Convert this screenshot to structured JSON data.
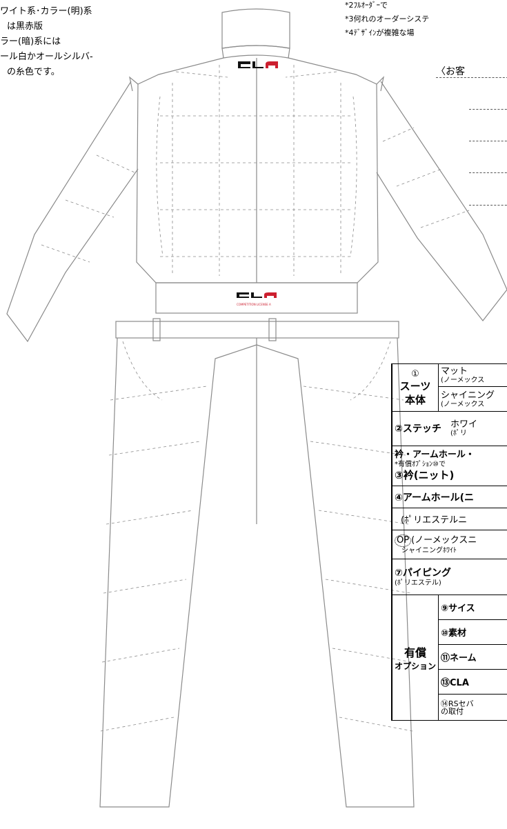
{
  "notes_left": [
    "ワイト系･カラー(明)系",
    "は黒赤版",
    "ラー(暗)系には",
    "ール白かオールシルバ-",
    "の糸色です。"
  ],
  "notes_top": [
    "*2ﾌﾙｵｰﾀﾞｰで",
    "*3何れのオーダーシステ",
    "*4ﾃﾞｻﾞｲﾝが複雑な場"
  ],
  "customer_label": "〈お客",
  "logo": {
    "letters": "CLA",
    "subtitle": "COMPETITION LICENSE A"
  },
  "table": {
    "r1": {
      "num": "①",
      "label": "スーツ本体",
      "opt1_line1": "マット",
      "opt1_line2": "(ノーメックス",
      "opt2_line1": "シャイニング",
      "opt2_line2": "(ノーメックス"
    },
    "r2": {
      "label": "②ステッチ",
      "value_line1": "ホワイ",
      "value_line2": "(ﾎﾟリ"
    },
    "r3": {
      "line1": "衿・アームホール・",
      "line2": "*有償ｵﾌﾟｼｮﾝ⑩で",
      "line3": "③衿(ニット)"
    },
    "r4": {
      "label": "④アームホール(ニ"
    },
    "r5": {
      "label": "(ﾎﾟリエステルニ"
    },
    "r6": {
      "op": "OP",
      "line1": "(ノーメックスニ",
      "line2": "シャイニングﾎﾜｲﾄ"
    },
    "r7": {
      "line1": "⑦パイピング",
      "line2": "(ﾎﾟリエステル)"
    },
    "paid": {
      "label_line1": "有償",
      "label_line2": "オプション",
      "items": [
        "⑨サイス",
        "⑩素材",
        "⑪ネーム",
        "⑬CLA",
        "⑭RSセバ",
        "の取付"
      ]
    }
  },
  "colors": {
    "stroke": "#8a8a8a",
    "logo_red": "#cc1f2f",
    "logo_black": "#111111"
  }
}
